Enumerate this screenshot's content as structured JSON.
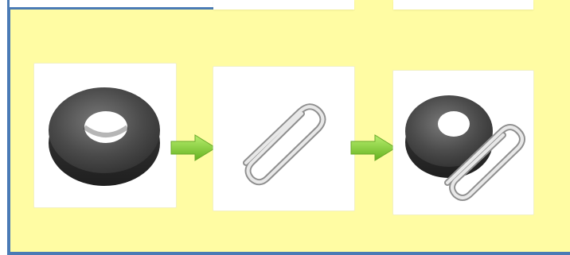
{
  "scene": {
    "background_color": "#fffca3",
    "frame_color": "#4a7ab5",
    "arrow_color": "#8fd63d",
    "magnet_color": "#4b4b4b",
    "paperclip_color": "#8f8f8f",
    "items": [
      {
        "type": "ring-magnet",
        "icon": "ring-magnet-icon"
      },
      {
        "type": "paperclip",
        "icon": "paperclip-icon"
      },
      {
        "type": "magnet-with-paperclip",
        "icon": "magnet-with-paperclip-icon"
      }
    ],
    "arrows": [
      {
        "direction": "right",
        "icon": "arrow-right-icon"
      },
      {
        "direction": "right",
        "icon": "arrow-right-icon"
      }
    ]
  }
}
